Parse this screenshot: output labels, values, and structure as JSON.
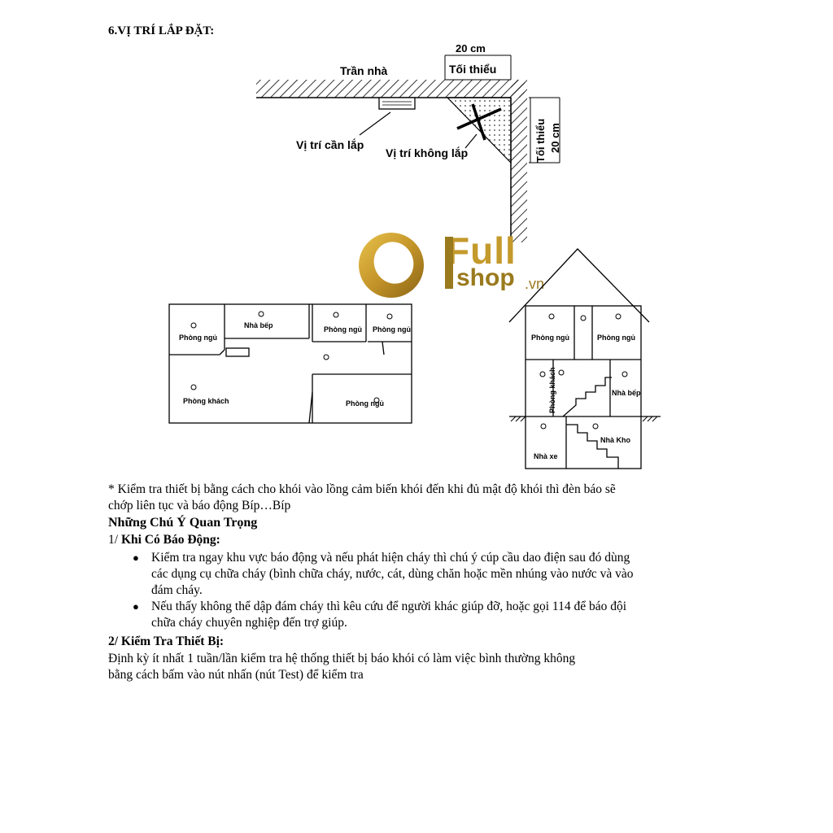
{
  "section_title": "6.VỊ TRÍ LẮP ĐẶT:",
  "diagram": {
    "ceiling_label": "Trần nhà",
    "dim_top": "20 cm",
    "min_top": "Tối thiểu",
    "min_side": "Tối thiểu",
    "dim_side": "20 cm",
    "install_label": "Vị trí cần lắp",
    "no_install_label": "Vị trí không lắp"
  },
  "logo": {
    "full": "Full",
    "shop": "shop",
    "vn": ".vn"
  },
  "floor_plan": {
    "rooms": [
      "Phòng ngủ",
      "Nhà bếp",
      "Phòng ngủ",
      "Phòng ngủ",
      "Phòng khách",
      "Phòng ngủ"
    ]
  },
  "house": {
    "rooms": [
      "Phòng ngủ",
      "Phòng ngủ",
      "Phòng khách",
      "Nhà bếp",
      "Nhà Kho",
      "Nhà xe"
    ]
  },
  "content": {
    "test_note_line1": "* Kiểm tra  thiết bị bằng cách cho khói vào lồng cảm biến khói đến khi đủ mật độ khói thì đèn  báo sẽ",
    "test_note_line2": "chớp liên tục và báo động  Bíp…Bíp",
    "important_title": "Những Chú Ý Quan Trọng",
    "s1_number": "1/ ",
    "s1_title": "Khi Có Báo Động:",
    "b1_l1": "Kiểm tra ngay khu vực báo động và nếu phát hiện cháy thì chú ý cúp cầu dao điện sau đó dùng",
    "b1_l2": "các dụng cụ chữa cháy (bình chữa cháy, nước, cát, dùng chăn hoặc mền nhúng vào nước và  vào",
    "b1_l3": "đám cháy.",
    "b2_l1": "Nếu thấy không thể dập đám cháy thì kêu cứu để người khác giúp đỡ, hoặc gọi 114 để báo đội",
    "b2_l2": "chữa cháy chuyên nghiệp đến trợ giúp.",
    "s2_title": "2/ Kiểm Tra Thiết Bị:",
    "p2_l1": "Định kỳ ít nhất 1 tuần/lần kiểm tra hệ thống thiết bị báo khói có  làm việc bình thường không",
    "p2_l2": "bằng cách  bấm vào nút nhấn (nút Test) để kiểm tra"
  }
}
